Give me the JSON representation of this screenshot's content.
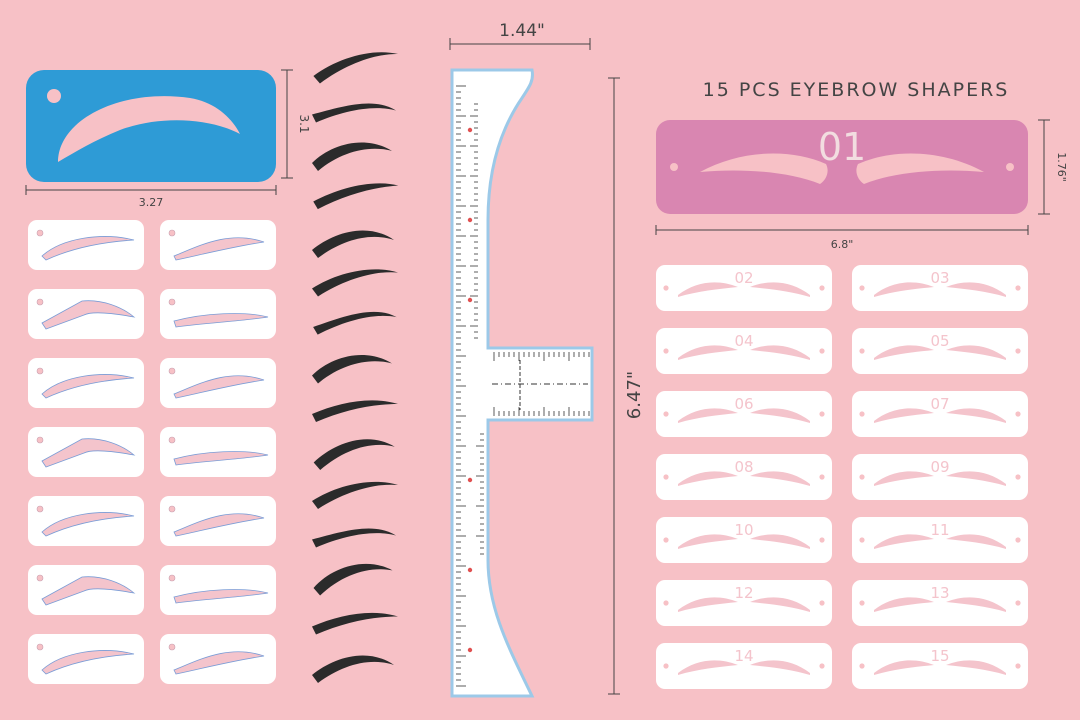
{
  "title": "15 PCS EYEBROW SHAPERS",
  "dimensions": {
    "blue_height": "3.1",
    "blue_width": "3.27",
    "ruler_width": "1.44\"",
    "total_height": "6.47\"",
    "pink_height": "1.76\"",
    "pink_width": "6.8\""
  },
  "big_stencil_label": "01",
  "stencil_labels": [
    "02",
    "03",
    "04",
    "05",
    "06",
    "07",
    "08",
    "09",
    "10",
    "11",
    "12",
    "13",
    "14",
    "15"
  ],
  "colors": {
    "background": "#f7c1c6",
    "blue_stencil": "#2e9bd6",
    "pink_stencil": "#d986b1",
    "brow_fill": "#2b2b2b",
    "white": "#ffffff"
  }
}
